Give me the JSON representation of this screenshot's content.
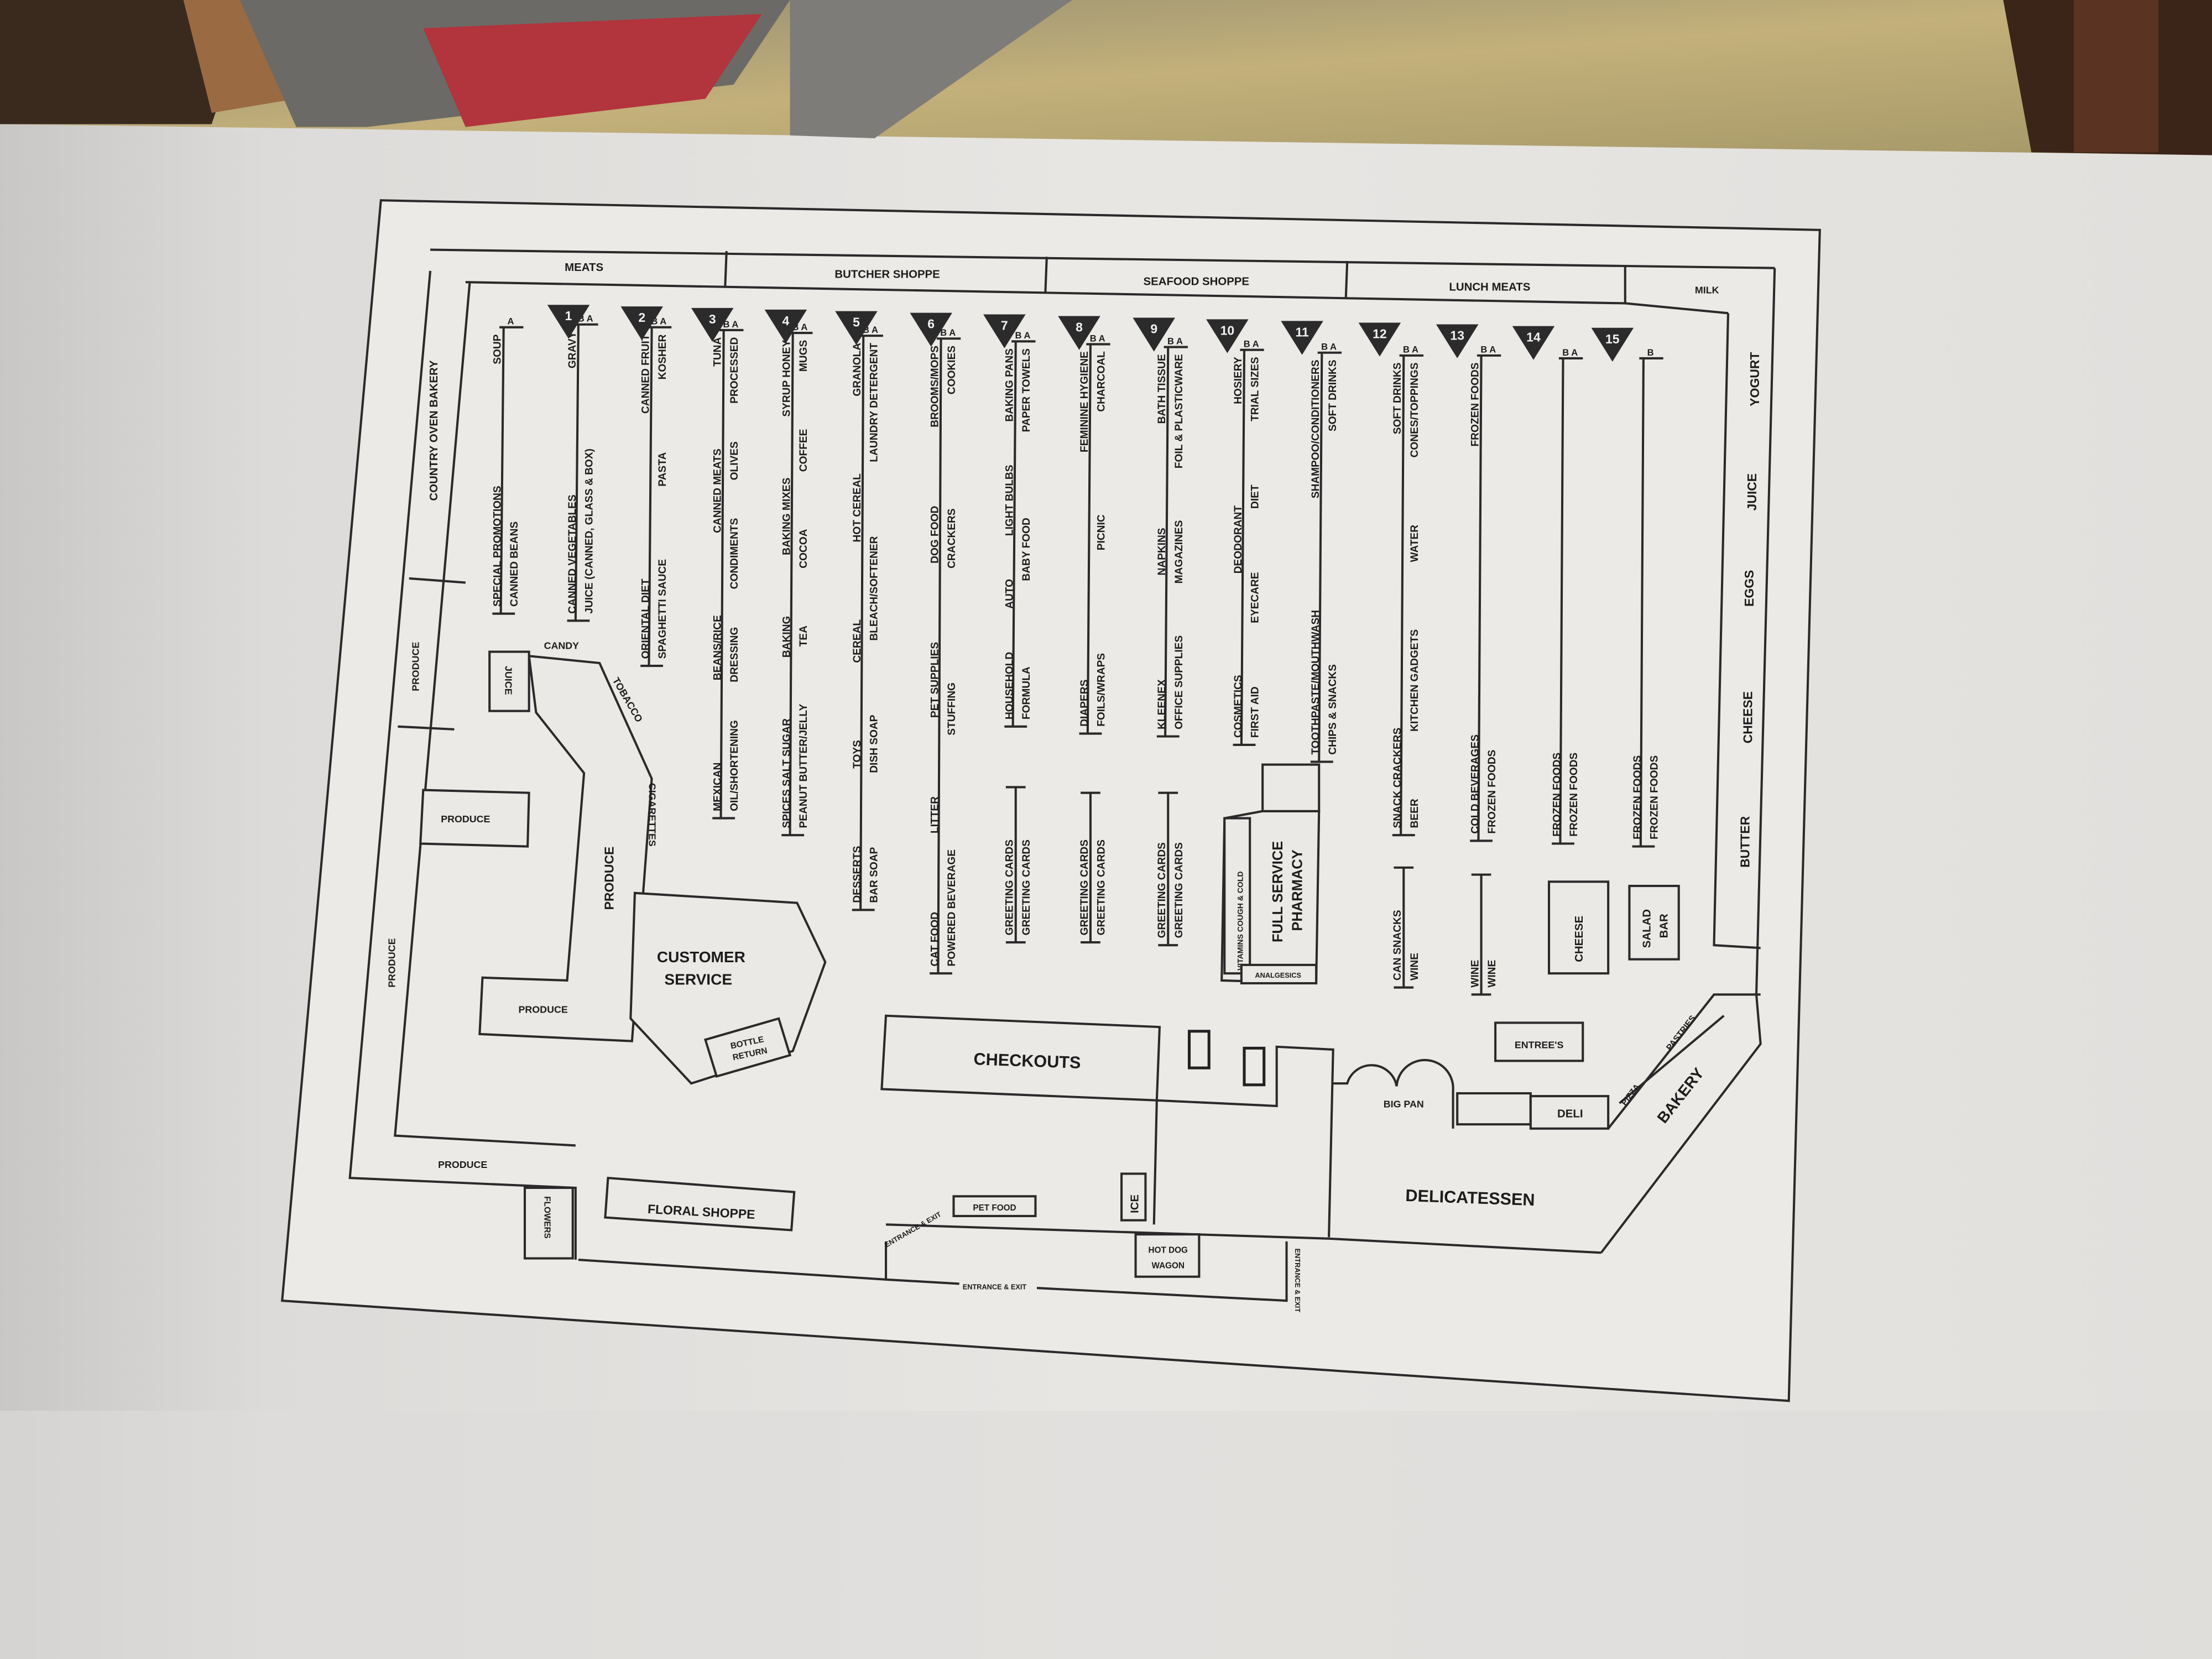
{
  "colors": {
    "paper": "#e9e7e4",
    "ink": "#1c1c1c",
    "marker": "#2b2b2b"
  },
  "top_departments": [
    "MEATS",
    "BUTCHER SHOPPE",
    "SEAFOOD SHOPPE",
    "LUNCH MEATS",
    "MILK"
  ],
  "aisle_numbers": [
    "1",
    "2",
    "3",
    "4",
    "5",
    "6",
    "7",
    "8",
    "9",
    "10",
    "11",
    "12",
    "13",
    "14",
    "15"
  ],
  "shelves": [
    {
      "cap": "A",
      "col1": [
        "SPECIAL PROMOTIONS",
        "SOUP"
      ],
      "col2": [
        "CANNED BEANS"
      ]
    },
    {
      "cap": "B A",
      "col1": [
        "CANNED VEGETABLES",
        "GRAVY"
      ],
      "col2": [
        "JUICE (CANNED, GLASS & BOX)"
      ]
    },
    {
      "cap": "B A",
      "col1": [
        "ORIENTAL DIET",
        "CANNED FRUIT"
      ],
      "col2": [
        "SPAGHETTI SAUCE",
        "PASTA",
        "KOSHER"
      ]
    },
    {
      "cap": "B A",
      "col1": [
        "MEXICAN",
        "BEANS/RICE",
        "CANNED MEATS",
        "TUNA"
      ],
      "col2": [
        "OIL/SHORTENING",
        "DRESSING",
        "CONDIMENTS",
        "OLIVES",
        "PROCESSED"
      ]
    },
    {
      "cap": "B A",
      "col1": [
        "SPICES SALT SUGAR",
        "BAKING",
        "BAKING MIXES",
        "SYRUP HONEY"
      ],
      "col2": [
        "PEANUT BUTTER/JELLY",
        "TEA",
        "COCOA",
        "COFFEE",
        "MUGS"
      ]
    },
    {
      "cap": "B A",
      "col1": [
        "DESSERTS",
        "TOYS",
        "CEREAL",
        "HOT CEREAL",
        "GRANOLA"
      ],
      "col2": [
        "BAR SOAP",
        "DISH SOAP",
        "BLEACH/SOFTENER",
        "LAUNDRY DETERGENT"
      ]
    },
    {
      "cap": "B A",
      "col1": [
        "CAT FOOD",
        "LITTER",
        "PET SUPPLIES",
        "DOG FOOD",
        "BROOMS/MOPS"
      ],
      "col2": [
        "POWERED BEVERAGE",
        "STUFFING",
        "CRACKERS",
        "COOKIES"
      ]
    },
    {
      "cap": "B A",
      "col1": [
        "HOUSEHOLD",
        "AUTO",
        "LIGHT BULBS",
        "BAKING PANS"
      ],
      "col2": [
        "FORMULA",
        "BABY FOOD",
        "PAPER TOWELS"
      ],
      "bottom": [
        "GREETING CARDS",
        "GREETING CARDS"
      ]
    },
    {
      "cap": "B A",
      "col1": [
        "DIAPERS",
        "FEMININE HYGIENE"
      ],
      "col2": [
        "FOILS/WRAPS",
        "PICNIC",
        "CHARCOAL"
      ],
      "bottom": [
        "GREETING CARDS",
        "GREETING CARDS"
      ]
    },
    {
      "cap": "B A",
      "col1": [
        "KLEENEX",
        "NAPKINS",
        "BATH TISSUE"
      ],
      "col2": [
        "OFFICE SUPPLIES",
        "MAGAZINES",
        "FOIL & PLASTICWARE"
      ],
      "bottom": [
        "GREETING CARDS",
        "GREETING CARDS"
      ]
    },
    {
      "cap": "B A",
      "col1": [
        "COSMETICS",
        "DEODORANT",
        "HOSIERY"
      ],
      "col2": [
        "FIRST AID",
        "EYECARE",
        "DIET",
        "TRIAL SIZES"
      ]
    },
    {
      "cap": "B A",
      "col1": [
        "TOOTHPASTE/MOUTHWASH",
        "SHAMPOO/CONDITIONERS"
      ],
      "col2": [
        "CHIPS & SNACKS",
        "SOFT DRINKS"
      ]
    },
    {
      "cap": "B A",
      "col1": [
        "SNACK CRACKERS",
        "SOFT DRINKS"
      ],
      "col2": [
        "BEER",
        "KITCHEN GADGETS",
        "WATER",
        "CONES/TOPPINGS"
      ],
      "bottom": [
        "CAN SNACKS",
        "WINE"
      ]
    },
    {
      "cap": "B A",
      "col1": [
        "COLD BEVERAGES",
        "FROZEN FOODS"
      ],
      "col2": [
        "FROZEN FOODS"
      ],
      "bottom": [
        "WINE",
        "WINE"
      ]
    },
    {
      "cap": "B A",
      "col1": [
        "FROZEN FOODS"
      ],
      "col2": [
        "FROZEN FOODS"
      ]
    },
    {
      "cap": "B",
      "col1": [
        "FROZEN FOODS"
      ],
      "col2": [
        "FROZEN FOODS"
      ]
    }
  ],
  "dairy": [
    "BUTTER",
    "CHEESE",
    "EGGS",
    "JUICE",
    "YOGURT"
  ],
  "left": {
    "country_oven_bakery": "COUNTRY OVEN BAKERY",
    "produce": [
      "PRODUCE",
      "PRODUCE",
      "PRODUCE",
      "PRODUCE",
      "PRODUCE",
      "PRODUCE"
    ],
    "juice": "JUICE",
    "candy": "CANDY",
    "tobacco": "TOBACCO",
    "cigarettes": "CIGARETTES",
    "flowers": "FLOWERS",
    "floral_shoppe": "FLORAL SHOPPE"
  },
  "service": {
    "customer_service": [
      "CUSTOMER",
      "SERVICE"
    ],
    "bottle_return": [
      "BOTTLE",
      "RETURN"
    ],
    "checkouts": "CHECKOUTS",
    "pet_food": "PET FOOD",
    "ice": "ICE",
    "entrance": "ENTRANCE & EXIT",
    "hot_dog_wagon": [
      "HOT DOG",
      "WAGON"
    ]
  },
  "pharmacy": {
    "title": [
      "FULL SERVICE",
      "PHARMACY"
    ],
    "vitamins": "VITAMINS COUGH & COLD",
    "analgesics": "ANALGESICS"
  },
  "deli": {
    "delicatessen": "DELICATESSEN",
    "big_pan": "BIG PAN",
    "deli": "DELI",
    "entrees": "ENTREE'S",
    "pizza": "PIZZA",
    "pastries": "PASTRIES",
    "bakery": "BAKERY",
    "cheese": "CHEESE",
    "salad_bar": [
      "SALAD",
      "BAR"
    ]
  }
}
